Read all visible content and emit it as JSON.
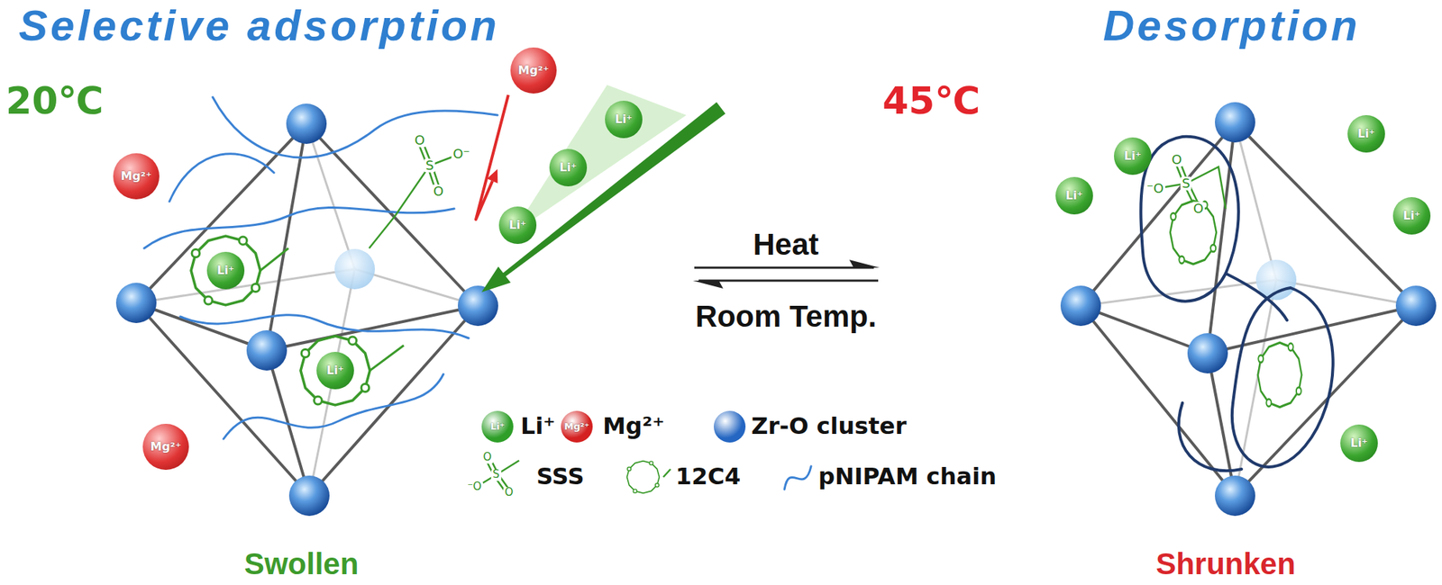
{
  "diagram": {
    "nodes": [
      {
        "text": [
          "Mg²⁺"
        ]
      },
      {
        "text": [
          "Mg²⁺"
        ]
      },
      {
        "text": [
          "Li⁺"
        ]
      },
      {
        "text": [
          "Li⁺"
        ]
      },
      {
        "text": [
          "Li⁺"
        ]
      },
      {
        "text": [
          "Li⁺"
        ]
      },
      {
        "text": [
          "Li⁺"
        ]
      },
      {
        "text": [
          "Mg²⁺"
        ]
      },
      {
        "text": [
          "Li⁺"
        ]
      },
      {
        "text": [
          "Li⁺"
        ]
      },
      {
        "text": [
          "Li⁺"
        ]
      },
      {
        "text": [
          "Li⁺"
        ]
      },
      {
        "text": [
          "Li⁺"
        ]
      }
    ],
    "labels": [
      "Selective adsorption",
      "Desorption",
      "20℃",
      "45℃",
      "Heat",
      "Room Temp.",
      "Swollen",
      "Shrunken",
      "O",
      "S",
      "O⁻",
      "O",
      "⁻O",
      "S",
      "O",
      "O",
      "Li⁺",
      "Mg²⁺",
      "⁻O",
      "S",
      "O",
      "O"
    ],
    "legend": [
      {
        "text": "Li⁺",
        "color": "#2e9e28"
      },
      {
        "text": "Mg²⁺",
        "color": "#d42020"
      },
      {
        "text": "Zr-O cluster",
        "color": "#2466c2"
      },
      {
        "text": "SSS"
      },
      {
        "text": "12C4"
      },
      {
        "text": "pNIPAM chain"
      }
    ]
  }
}
